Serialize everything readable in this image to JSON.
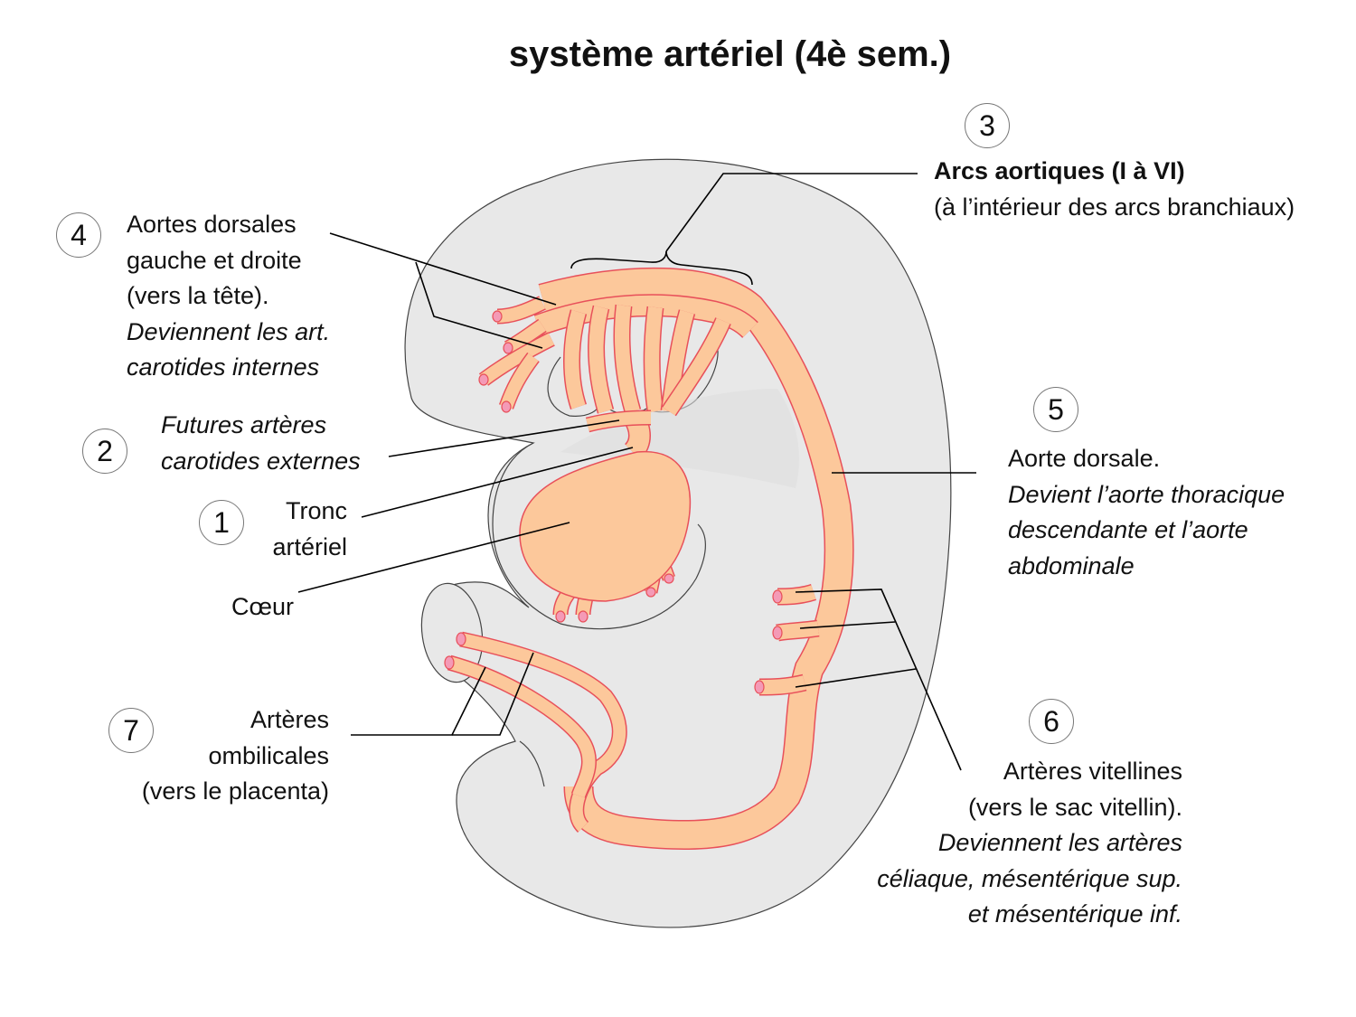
{
  "title": "système artériel (4è sem.)",
  "colors": {
    "embryo_fill": "#e8e8e8",
    "embryo_stroke": "#444444",
    "vessel_fill": "#fcc89b",
    "vessel_stroke": "#e8505a",
    "vessel_end": "#f49ab6",
    "leader": "#000000"
  },
  "markers": [
    {
      "id": "1",
      "text": "1"
    },
    {
      "id": "2",
      "text": "2"
    },
    {
      "id": "3",
      "text": "3"
    },
    {
      "id": "4",
      "text": "4"
    },
    {
      "id": "5",
      "text": "5"
    },
    {
      "id": "6",
      "text": "6"
    },
    {
      "id": "7",
      "text": "7"
    }
  ],
  "labels": {
    "aortes_dorsales": {
      "l1": "Aortes dorsales",
      "l2": "gauche et droite",
      "l3": "(vers la tête).",
      "l4": "Deviennent les art.",
      "l5": "carotides internes"
    },
    "carotides_externes": {
      "l1": "Futures artères",
      "l2": "carotides externes"
    },
    "tronc": {
      "l1": "Tronc",
      "l2": "artériel"
    },
    "coeur": {
      "l1": "Cœur"
    },
    "ombilicales": {
      "l1": "Artères",
      "l2": "ombilicales",
      "l3": "(vers le placenta)"
    },
    "arcs": {
      "l1": "Arcs aortiques (I à VI)",
      "l2": "(à l’intérieur des arcs branchiaux)"
    },
    "aorte_dorsale": {
      "l1": "Aorte dorsale.",
      "l2": "Devient l’aorte thoracique",
      "l3": "descendante et l’aorte",
      "l4": "abdominale"
    },
    "vitellines": {
      "l1": "Artères vitellines",
      "l2": "(vers le sac vitellin).",
      "l3": "Deviennent les artères",
      "l4": "céliaque, mésentérique sup.",
      "l5": "et mésentérique inf."
    }
  }
}
